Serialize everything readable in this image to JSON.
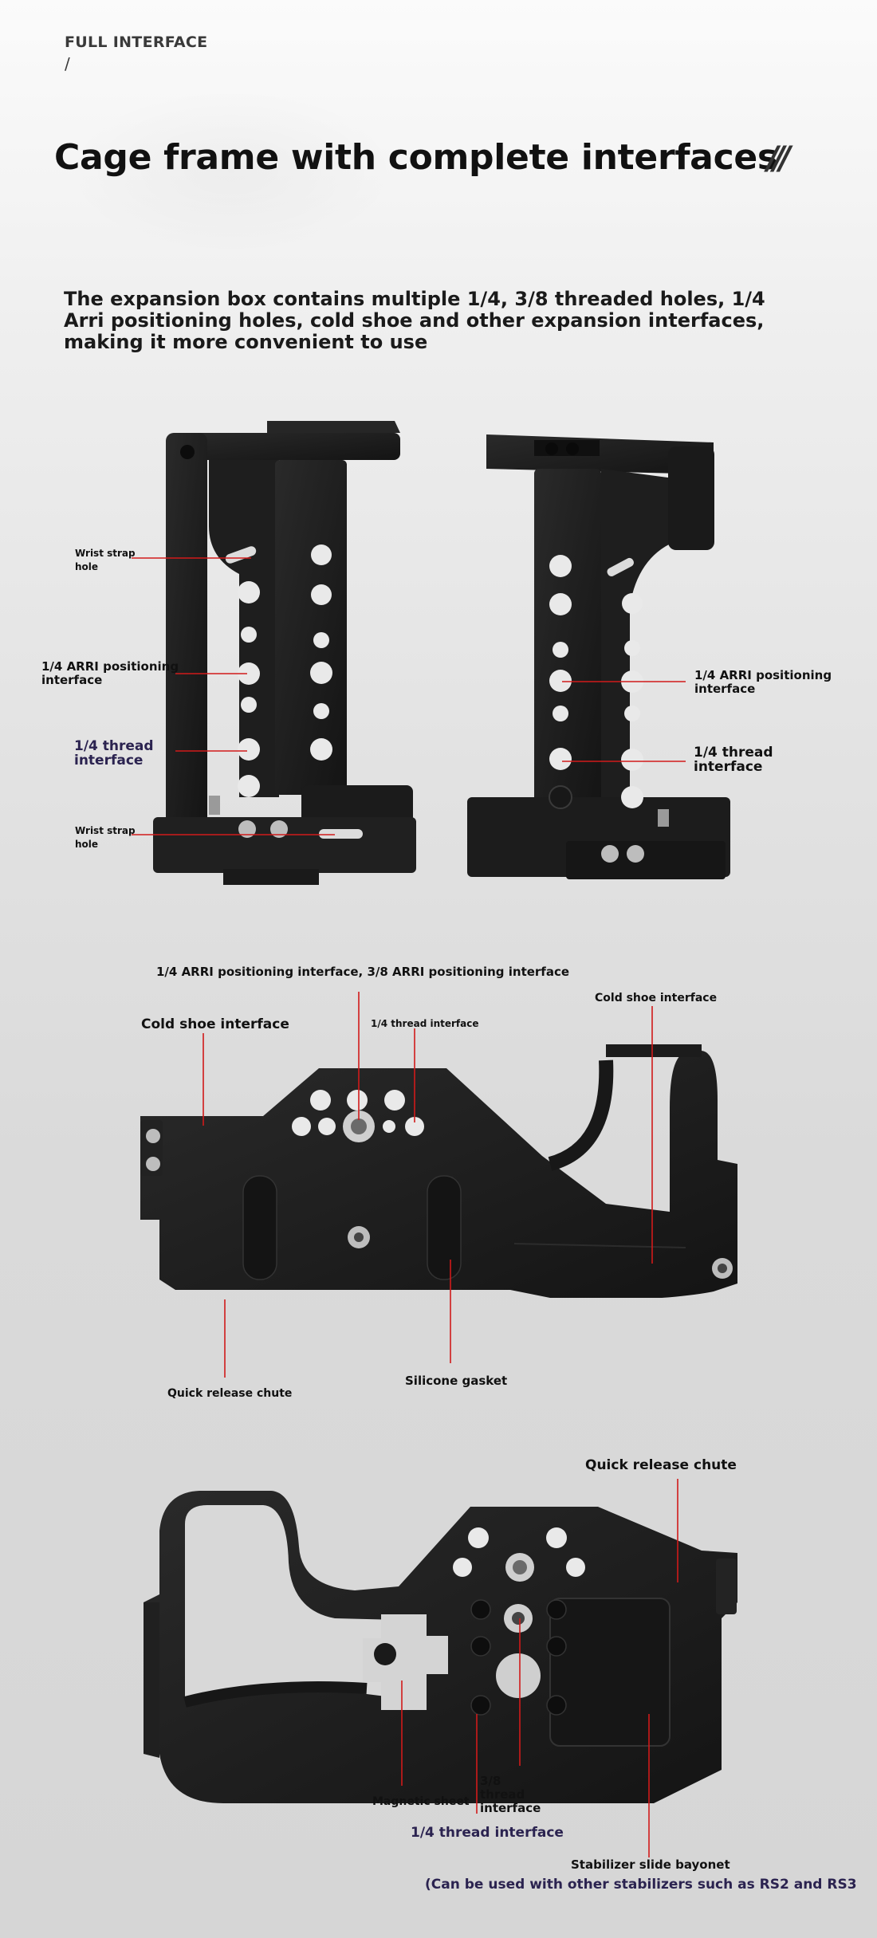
{
  "header": {
    "eyebrow": "FULL INTERFACE",
    "slash": "/",
    "title": "Cage frame with complete interfaces",
    "title_deco": "///",
    "description": "The expansion box contains multiple 1/4, 3/8 threaded holes, 1/4 Arri positioning holes, cold shoe and other expansion interfaces, making it more convenient to use"
  },
  "section1": {
    "left": {
      "wrist_top": "Wrist strap hole",
      "arri": "1/4 ARRI positioning interface",
      "thread": "1/4 thread interface",
      "wrist_bottom": "Wrist strap hole"
    },
    "right": {
      "arri": "1/4 ARRI positioning interface",
      "thread": "1/4 thread interface"
    }
  },
  "section2": {
    "top_label": "1/4 ARRI positioning interface, 3/8 ARRI positioning interface",
    "cold_shoe_left": "Cold shoe interface",
    "thread_small": "1/4 thread interface",
    "cold_shoe_right": "Cold shoe interface",
    "quick_release": "Quick release chute",
    "silicone": "Silicone gasket"
  },
  "section3": {
    "quick_release": "Quick release chute",
    "magnetic": "Magnetic sheet",
    "thread38": "3/8 thread interface",
    "thread14": "1/4 thread interface",
    "stabilizer": "Stabilizer slide bayonet",
    "stabilizer_note": "(Can be used with other stabilizers such as RS2 and RS3"
  },
  "colors": {
    "accent_line": "#d11a1a",
    "metal": "#1c1c1c",
    "navy_text": "#2b2350"
  }
}
